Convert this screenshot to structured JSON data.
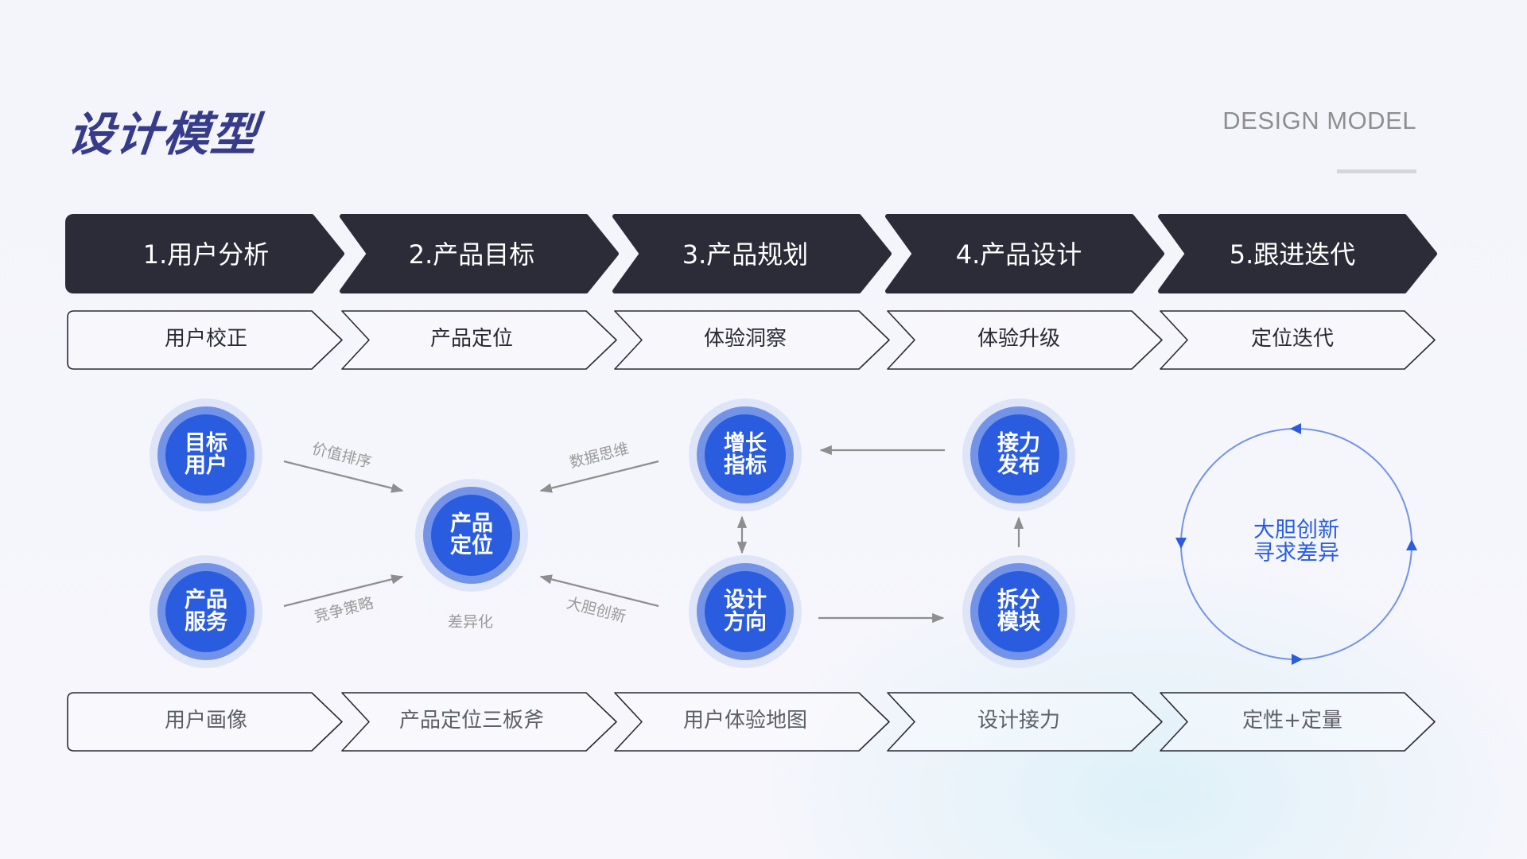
{
  "header": {
    "title": "设计模型",
    "subtitle": "DESIGN MODEL"
  },
  "colors": {
    "title": "#363b8a",
    "stage_fill": "#2b2c38",
    "node_inner": "#2a5ce0",
    "node_ring": "#7393e8",
    "node_halo": "#dfe5f8",
    "arrow": "#8e8e8e",
    "loop": "#2a5ce0"
  },
  "stages": [
    {
      "label": "1.用户分析",
      "top_sub": "用户校正",
      "bottom_sub": "用户画像"
    },
    {
      "label": "2.产品目标",
      "top_sub": "产品定位",
      "bottom_sub": "产品定位三板斧"
    },
    {
      "label": "3.产品规划",
      "top_sub": "体验洞察",
      "bottom_sub": "用户体验地图"
    },
    {
      "label": "4.产品设计",
      "top_sub": "体验升级",
      "bottom_sub": "设计接力"
    },
    {
      "label": "5.跟进迭代",
      "top_sub": "定位迭代",
      "bottom_sub": "定性+定量"
    }
  ],
  "nodes": {
    "target_user": [
      "目标",
      "用户"
    ],
    "product_service": [
      "产品",
      "服务"
    ],
    "product_position": [
      "产品",
      "定位"
    ],
    "growth_metric": [
      "增长",
      "指标"
    ],
    "design_direction": [
      "设计",
      "方向"
    ],
    "relay_release": [
      "接力",
      "发布"
    ],
    "split_module": [
      "拆分",
      "模块"
    ]
  },
  "edge_labels": {
    "value_ranking": "价值排序",
    "competitive_strategy": "竞争策略",
    "differentiation": "差异化",
    "data_thinking": "数据思维",
    "bold_innovation": "大胆创新"
  },
  "loop": {
    "line1": "大胆创新",
    "line2": "寻求差异"
  }
}
